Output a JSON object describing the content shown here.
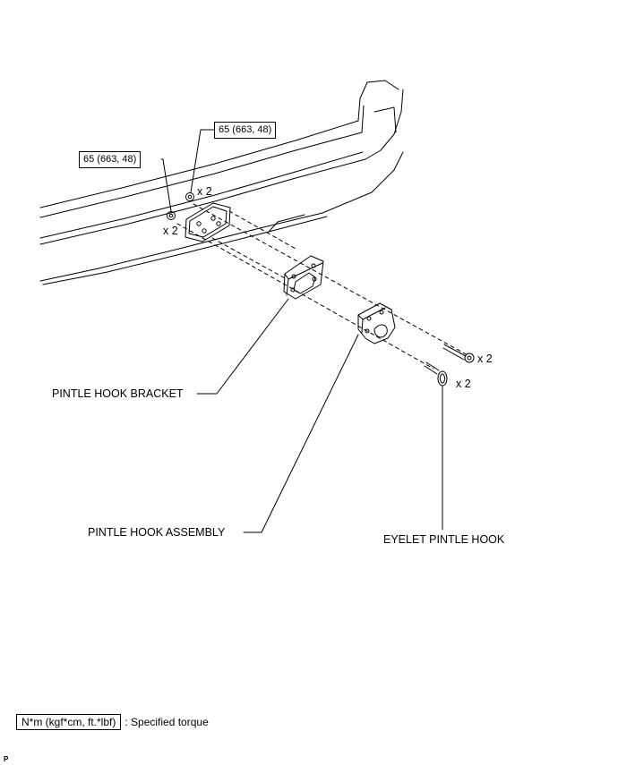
{
  "torque_labels": {
    "upper": "65 (663, 48)",
    "lower": "65 (663, 48)"
  },
  "quantities": {
    "upper_nut": "x 2",
    "lower_nut": "x 2",
    "bolt": "x 2",
    "eyelet": "x 2"
  },
  "parts": {
    "bracket": "PINTLE HOOK BRACKET",
    "assembly": "PINTLE HOOK ASSEMBLY",
    "eyelet": "EYELET PINTLE HOOK"
  },
  "legend": {
    "unit_box": "N*m (kgf*cm, ft.*lbf)",
    "description": ": Specified torque"
  },
  "page_code": "P"
}
